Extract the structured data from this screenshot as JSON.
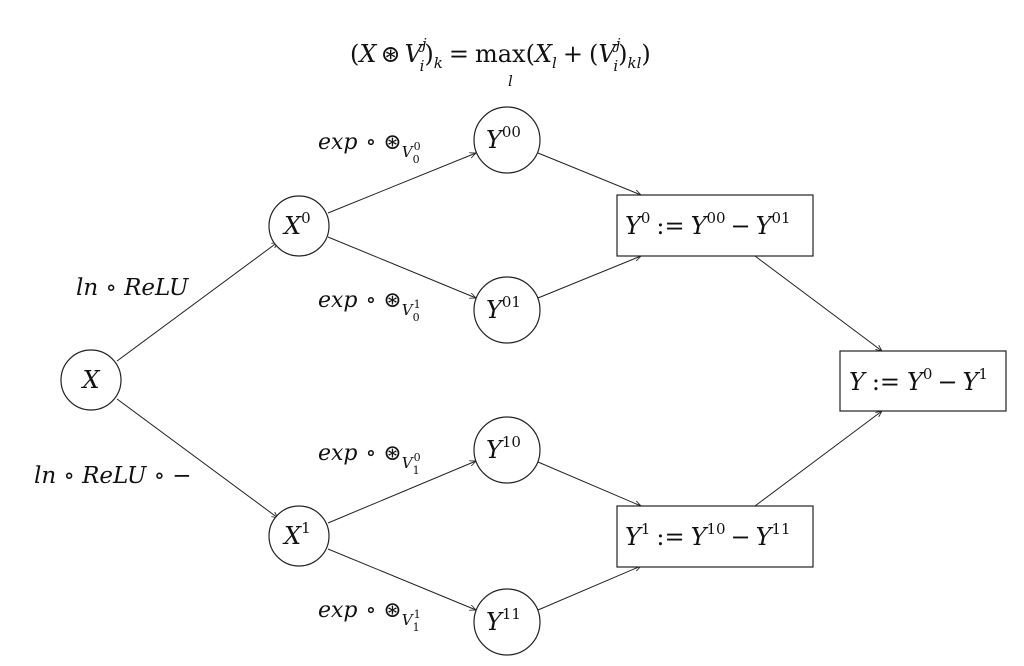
{
  "formula": {
    "lhs_open": "(",
    "X": "X",
    "op": "⊛",
    "V": "V",
    "V_sup": "j",
    "V_sub": "i",
    "lhs_close": ")",
    "k": "k",
    "eq": "=",
    "max": "max",
    "max_sub": "l",
    "rhs_open": "(",
    "Xl": "X",
    "Xl_sub": "l",
    "plus": "+",
    "paren_open": "(",
    "V2": "V",
    "V2_sup": "j",
    "V2_sub": "i",
    "paren_close": ")",
    "kl": "kl",
    "rhs_close": ")"
  },
  "nodes": {
    "X": {
      "base": "X",
      "sup": ""
    },
    "X0": {
      "base": "X",
      "sup": "0"
    },
    "X1": {
      "base": "X",
      "sup": "1"
    },
    "Y00": {
      "base": "Y",
      "sup": "00"
    },
    "Y01": {
      "base": "Y",
      "sup": "01"
    },
    "Y10": {
      "base": "Y",
      "sup": "10"
    },
    "Y11": {
      "base": "Y",
      "sup": "11"
    }
  },
  "boxes": {
    "Y0": {
      "lhs": "Y",
      "lhs_sup": "0",
      "assign": ":=",
      "a": "Y",
      "a_sup": "00",
      "minus": "−",
      "b": "Y",
      "b_sup": "01"
    },
    "Y1": {
      "lhs": "Y",
      "lhs_sup": "1",
      "assign": ":=",
      "a": "Y",
      "a_sup": "10",
      "minus": "−",
      "b": "Y",
      "b_sup": "11"
    },
    "Y": {
      "lhs": "Y",
      "assign": ":=",
      "a": "Y",
      "a_sup": "0",
      "minus": "−",
      "b": "Y",
      "b_sup": "1"
    }
  },
  "edge_labels": {
    "top": "ln ∘ ReLU",
    "bottom": "ln ∘ ReLU ∘ −",
    "exp00": {
      "text": "exp",
      "op": "∘ ⊛",
      "V": "V",
      "V_sub": "0",
      "V_sup": "0"
    },
    "exp01": {
      "text": "exp",
      "op": "∘ ⊛",
      "V": "V",
      "V_sub": "0",
      "V_sup": "1"
    },
    "exp10": {
      "text": "exp",
      "op": "∘ ⊛",
      "V": "V",
      "V_sub": "1",
      "V_sup": "0"
    },
    "exp11": {
      "text": "exp",
      "op": "∘ ⊛",
      "V": "V",
      "V_sub": "1",
      "V_sup": "1"
    }
  }
}
